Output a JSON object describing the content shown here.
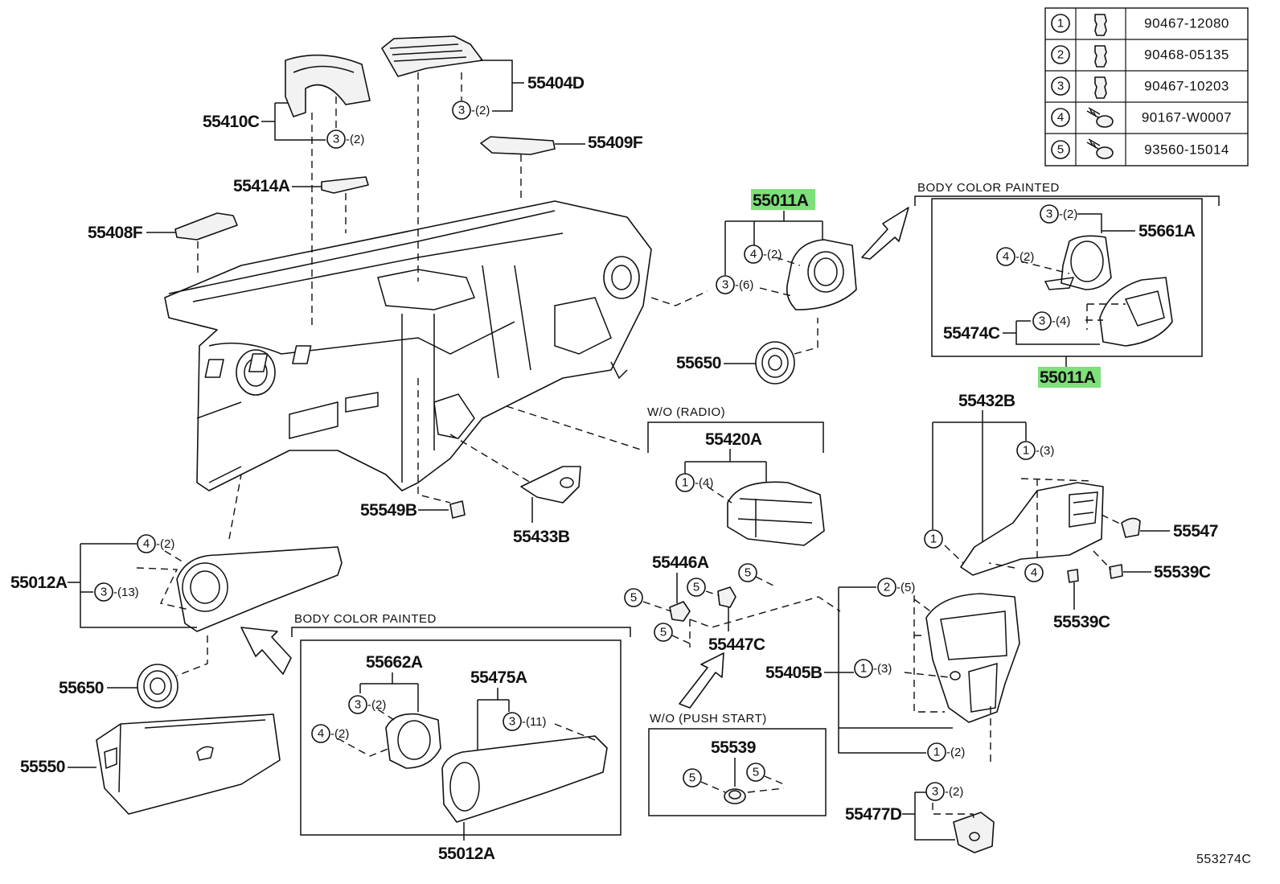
{
  "title_code": "553274C",
  "highlight_color": "#7ee07a",
  "fastener_table": [
    {
      "num": "1",
      "icon": "clip-icon",
      "part_no": "90467-12080"
    },
    {
      "num": "2",
      "icon": "clip-icon",
      "part_no": "90468-05135"
    },
    {
      "num": "3",
      "icon": "clip-icon",
      "part_no": "90467-10203"
    },
    {
      "num": "4",
      "icon": "screw-icon",
      "part_no": "90167-W0007"
    },
    {
      "num": "5",
      "icon": "screw-icon",
      "part_no": "93560-15014"
    }
  ],
  "notes": {
    "body_color_painted": "BODY COLOR PAINTED",
    "wo_radio": "W/O (RADIO)",
    "wo_push_start": "W/O (PUSH START)"
  },
  "labels": {
    "p55410C": "55410C",
    "p55404D": "55404D",
    "p55409F": "55409F",
    "p55414A": "55414A",
    "p55408F": "55408F",
    "p55011A_top": "55011A",
    "p55011A_bottom": "55011A",
    "p55661A": "55661A",
    "p55474C": "55474C",
    "p55650_right": "55650",
    "p55650_left": "55650",
    "p55432B": "55432B",
    "p55547": "55547",
    "p55539C_a": "55539C",
    "p55539C_b": "55539C",
    "p55420A": "55420A",
    "p55549B": "55549B",
    "p55433B": "55433B",
    "p55446A": "55446A",
    "p55447C": "55447C",
    "p55012A_left": "55012A",
    "p55012A_bottom": "55012A",
    "p55662A": "55662A",
    "p55475A": "55475A",
    "p55550": "55550",
    "p55405B": "55405B",
    "p55539": "55539",
    "p55477D": "55477D"
  },
  "qty": {
    "q2": "-(2)",
    "q3": "-(3)",
    "q4": "-(4)",
    "q5": "-(5)",
    "q6": "-(6)",
    "q11": "-(11)",
    "q13": "-(13)"
  }
}
